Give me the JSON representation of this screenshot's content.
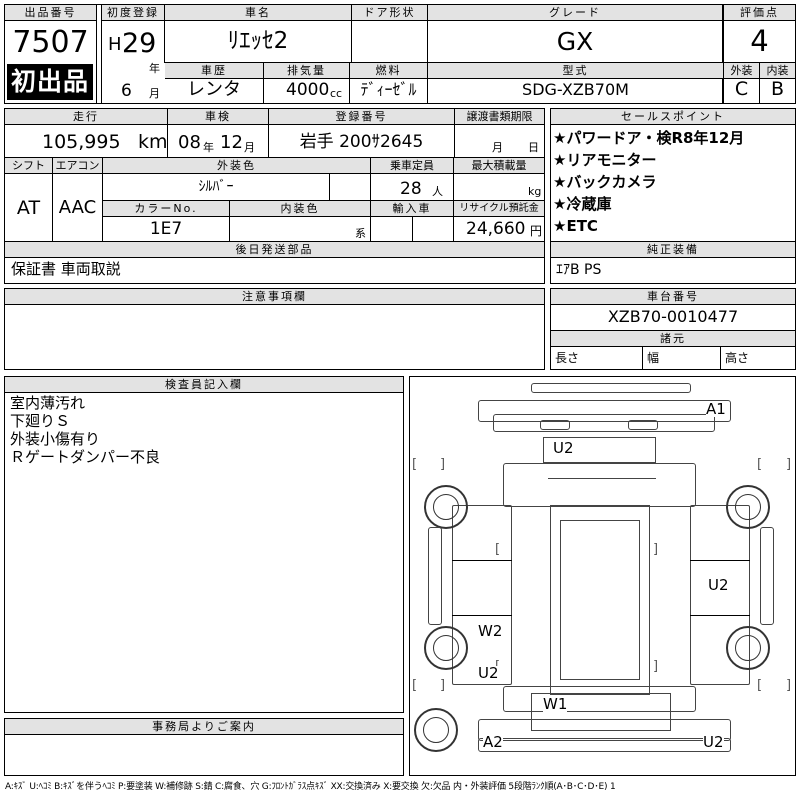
{
  "lot": {
    "label": "出品番号",
    "value": "7507",
    "first_listing": "初出品"
  },
  "first_reg": {
    "label": "初度登録",
    "era": "H",
    "year": "29",
    "year_unit": "年",
    "month": "6",
    "month_unit": "月"
  },
  "car_name": {
    "label": "車名",
    "value": "ﾘｴｯｾ2"
  },
  "door_type": {
    "label": "ドア形状",
    "value": ""
  },
  "grade": {
    "label": "グレード",
    "value": "GX"
  },
  "score": {
    "label": "評価点",
    "value": "4"
  },
  "history": {
    "label": "車歴",
    "value": "レンタ"
  },
  "displacement": {
    "label": "排気量",
    "value": "4000",
    "unit": "cc"
  },
  "fuel": {
    "label": "燃料",
    "value": "ﾃﾞｨｰｾﾞﾙ"
  },
  "model": {
    "label": "型式",
    "value": "SDG-XZB70M"
  },
  "exterior_grade": {
    "label": "外装",
    "value": "C"
  },
  "interior_grade": {
    "label": "内装",
    "value": "B"
  },
  "mileage": {
    "label": "走行",
    "value": "105,995",
    "unit": "km"
  },
  "shaken": {
    "label": "車検",
    "year": "08",
    "year_unit": "年",
    "month": "12",
    "month_unit": "月"
  },
  "registration": {
    "label": "登録番号",
    "value": "岩手 200ｻ2645"
  },
  "transfer_docs": {
    "label": "譲渡書類期限",
    "month_unit": "月",
    "day_unit": "日"
  },
  "shift": {
    "label": "シフト",
    "value": "AT"
  },
  "aircon": {
    "label": "エアコン",
    "value": "AAC"
  },
  "exterior_color": {
    "label": "外装色",
    "value": "ｼﾙﾊﾞｰ"
  },
  "capacity": {
    "label": "乗車定員",
    "value": "28",
    "unit": "人"
  },
  "max_load": {
    "label": "最大積載量",
    "value": "",
    "unit": "kg"
  },
  "color_no": {
    "label": "カラーNo.",
    "value": "1E7"
  },
  "interior_color": {
    "label": "内装色",
    "value": "",
    "unit": "系"
  },
  "import": {
    "label": "輸入車",
    "value": ""
  },
  "recycle": {
    "label": "リサイクル預託金",
    "value": "24,660",
    "unit": "円"
  },
  "sales_points": {
    "label": "セールスポイント",
    "items": [
      "★パワードア・検R8年12月",
      "★リアモニター",
      "★バックカメラ",
      "★冷蔵庫",
      "★ETC"
    ]
  },
  "later_parts": {
    "label": "後日発送部品",
    "value": "保証書 車両取説"
  },
  "standard_equipment": {
    "label": "純正装備",
    "value": "ｴｱB PS"
  },
  "notes": {
    "label": "注意事項欄",
    "value": ""
  },
  "chassis": {
    "label": "車台番号",
    "value": "XZB70-0010477"
  },
  "specs": {
    "label": "諸元",
    "length": "長さ",
    "width": "幅",
    "height": "高さ"
  },
  "inspector": {
    "label": "検査員記入欄",
    "lines": [
      "室内薄汚れ",
      "下廻りＳ",
      "外装小傷有り",
      "Ｒゲートダンパー不良"
    ]
  },
  "office": {
    "label": "事務局よりご案内",
    "value": ""
  },
  "damage_marks": {
    "front_right": "A1",
    "front_upper": "U2",
    "right_side": "U2",
    "left_mid_w": "W2",
    "left_mid_u": "U2",
    "rear_w": "W1",
    "rear_left": "A2",
    "rear_right": "U2"
  },
  "legend": "A:ｷｽﾞ U:ﾍｺﾐ B:ｷｽﾞを伴うﾍｺﾐ P:要塗装 W:補修跡 S:錆 C:腐食、穴 G:ﾌﾛﾝﾄｶﾞﾗｽ点ｷｽﾞ XX:交換済み X:要交換 欠:欠品 内・外装評価 5段階ﾗﾝｸ順(A･B･C･D･E) 1"
}
